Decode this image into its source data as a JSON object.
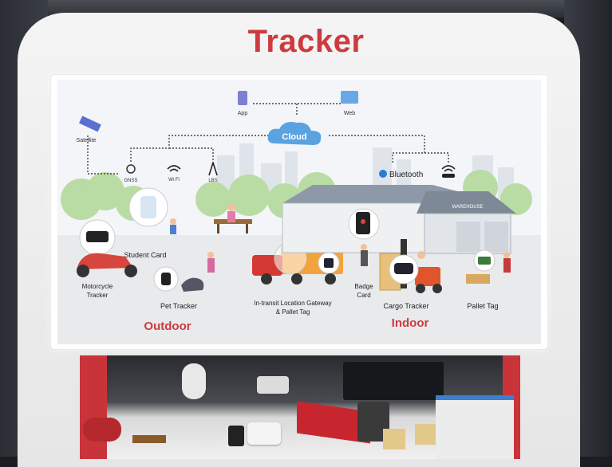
{
  "booth": {
    "title": "Tracker"
  },
  "diagram": {
    "top_nodes": {
      "app": "App",
      "web": "Web",
      "cloud": "Cloud",
      "satellite": "Satellite"
    },
    "tech": {
      "gnss": "GNSS",
      "wifi": "Wi Fi",
      "lbs": "LBS",
      "bluetooth": "Bluetooth"
    },
    "labels": {
      "student_card": "Student Card",
      "motorcycle_tracker": "Motorcycle\nTracker",
      "pet_tracker": "Pet Tracker",
      "gateway": "In-transit Location Gateway\n& Pallet Tag",
      "badge_card": "Badge\nCard",
      "cargo_tracker": "Cargo Tracker",
      "pallet_tag": "Pallet Tag",
      "warehouse": "WAREHOUSE"
    },
    "sections": {
      "outdoor": "Outdoor",
      "indoor": "Indoor"
    }
  },
  "colors": {
    "brand_red": "#cd3a3f",
    "cloud_blue": "#5aa3e0",
    "bluetooth_blue": "#2a7ad6"
  }
}
